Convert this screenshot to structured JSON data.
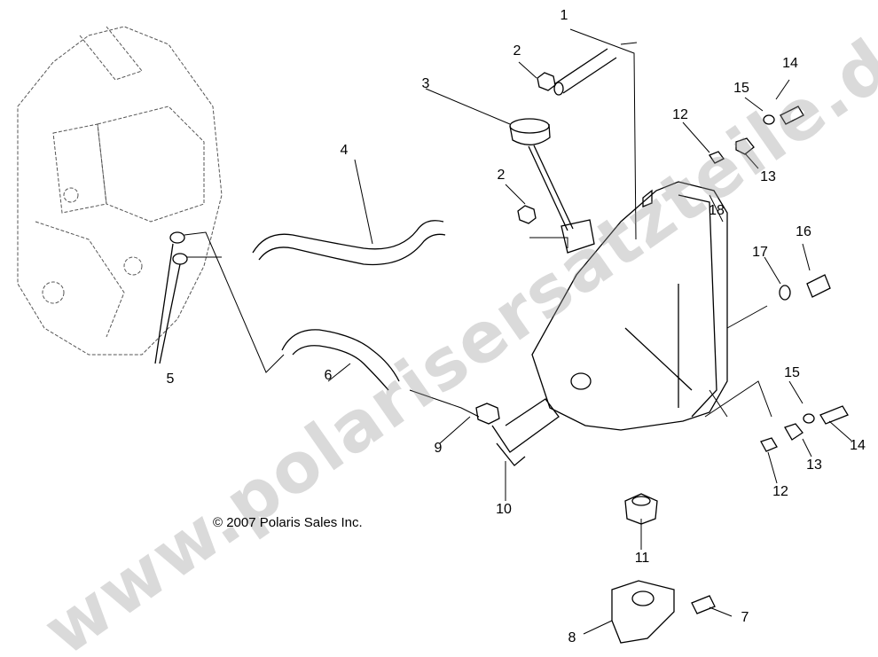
{
  "diagram": {
    "copyright": "© 2007 Polaris Sales Inc.",
    "watermark": "www.polarisersatzteile.de",
    "callouts": [
      "1",
      "2",
      "3",
      "14",
      "15",
      "12",
      "13",
      "4",
      "2",
      "18",
      "16",
      "17",
      "5",
      "6",
      "9",
      "10",
      "15",
      "14",
      "13",
      "12",
      "11",
      "7",
      "8"
    ]
  }
}
